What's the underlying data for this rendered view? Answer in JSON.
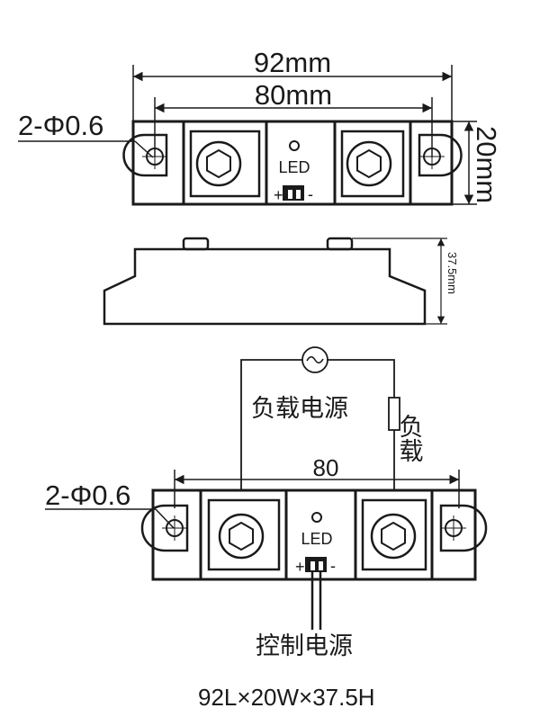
{
  "top_view": {
    "length_label": "92mm",
    "pitch_label": "80mm",
    "hole_label": "2-Φ0.6",
    "width_label": "20mm",
    "led_label": "LED",
    "plus_sign": "+",
    "minus_sign": "-"
  },
  "side_view": {
    "height_label": "37.5mm"
  },
  "wiring": {
    "load_supply_label": "负载电源",
    "load_label": "负载",
    "pitch_label": "80",
    "hole_label": "2-Φ0.6",
    "led_label": "LED",
    "plus_sign": "+",
    "minus_sign": "-",
    "control_supply_label": "控制电源",
    "dimensions_label": "92L×20W×37.5H"
  }
}
